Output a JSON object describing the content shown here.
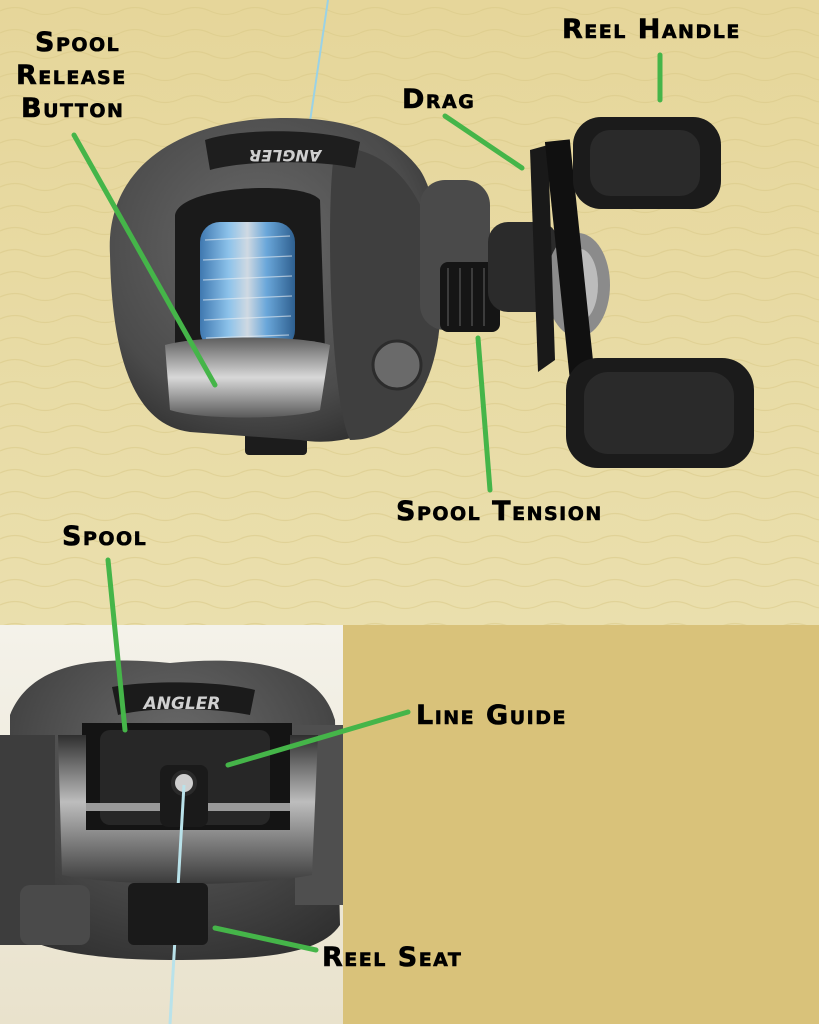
{
  "colors": {
    "callout_line": "#45b549",
    "towel_top": "#e6d69a",
    "towel_bottom": "#eadfad",
    "panel_right": "#d9c27a",
    "reel_body": "#4b4b4b",
    "reel_dark": "#1c1c1c",
    "line_blue": "#6aa7da",
    "chrome": "#bdbdbd"
  },
  "top_photo": {
    "brand_text": "ANGLER",
    "labels": {
      "spool_release_button": [
        "Spool",
        "Release",
        "Button"
      ],
      "reel_handle": "Reel Handle",
      "drag": "Drag",
      "spool_tension": "Spool Tension"
    }
  },
  "bottom_photo": {
    "brand_text": "ANGLER",
    "labels": {
      "spool": "Spool",
      "line_guide": "Line Guide",
      "reel_seat": "Reel Seat"
    }
  }
}
